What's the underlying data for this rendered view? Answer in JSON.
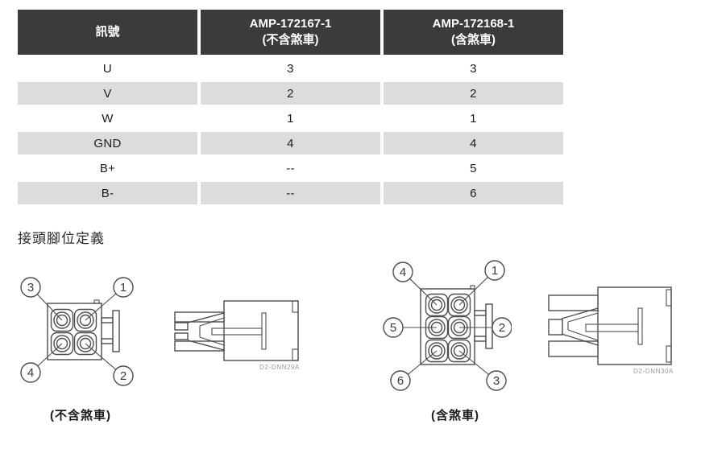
{
  "table": {
    "header": {
      "signal": "訊號",
      "col2": {
        "line1": "AMP-172167-1",
        "line2": "(不含煞車)"
      },
      "col3": {
        "line1": "AMP-172168-1",
        "line2": "(含煞車)"
      }
    },
    "rows": [
      {
        "signal": "U",
        "no_brake": "3",
        "brake": "3"
      },
      {
        "signal": "V",
        "no_brake": "2",
        "brake": "2"
      },
      {
        "signal": "W",
        "no_brake": "1",
        "brake": "1"
      },
      {
        "signal": "GND",
        "no_brake": "4",
        "brake": "4"
      },
      {
        "signal": "B+",
        "no_brake": "--",
        "brake": "5"
      },
      {
        "signal": "B-",
        "no_brake": "--",
        "brake": "6"
      }
    ]
  },
  "section_title": "接頭腳位定義",
  "connectors": {
    "no_brake": {
      "caption": "(不含煞車)",
      "part_label": "D2-DNN29A",
      "pin_labels": {
        "top_left": "3",
        "top_right": "1",
        "bottom_left": "4",
        "bottom_right": "2"
      }
    },
    "brake": {
      "caption": "(含煞車)",
      "part_label": "D2-DNN30A",
      "pin_labels": {
        "top_left": "4",
        "top_right": "1",
        "mid_left": "5",
        "mid_right": "2",
        "bottom_left": "6",
        "bottom_right": "3"
      }
    }
  },
  "colors": {
    "header_bg": "#3b3b3b",
    "header_text": "#ffffff",
    "alt_row_bg": "#dcdcdc",
    "diagram_line": "#4d4d4d",
    "part_label_text": "#9a9a9a"
  }
}
